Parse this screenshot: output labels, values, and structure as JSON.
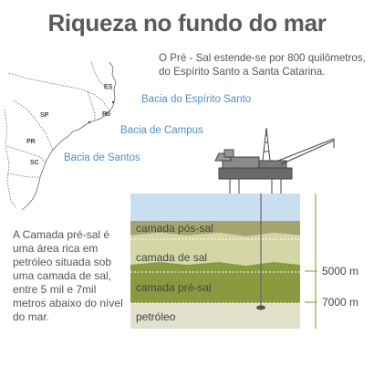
{
  "title": "Riqueza no fundo do mar",
  "intro": "O Pré - Sal estende-se por  800 quilômetros, do Espírito Santo a Santa Catarina.",
  "basins": {
    "espirito_santo": "Bacia do Espírito Santo",
    "campus": "Bacia de Campus",
    "santos": "Bacia de Santos"
  },
  "states": {
    "es": "ES",
    "rj": "RJ",
    "sp": "SP",
    "pr": "PR",
    "sc": "SC"
  },
  "description": "A Camada pré-sal é uma área rica em petróleo situada sob uma camada de sal, entre 5 mil e 7mil metros abaixo do nível do mar.",
  "layers": {
    "pos_sal": "camada pós-sal",
    "sal": "camada de sal",
    "pre_sal": "camada pré-sal",
    "petroleo": "petróleo"
  },
  "depths": {
    "d5000": "5000 m",
    "d7000": "7000 m"
  },
  "colors": {
    "water": "#c9dff0",
    "pos_sal": "#a6a46e",
    "sal": "#d5d6a6",
    "pre_sal": "#8a9a3e",
    "petroleo": "#e2e1cc",
    "basin_text": "#4d8fcf",
    "depth_line": "#7a9a2e"
  }
}
